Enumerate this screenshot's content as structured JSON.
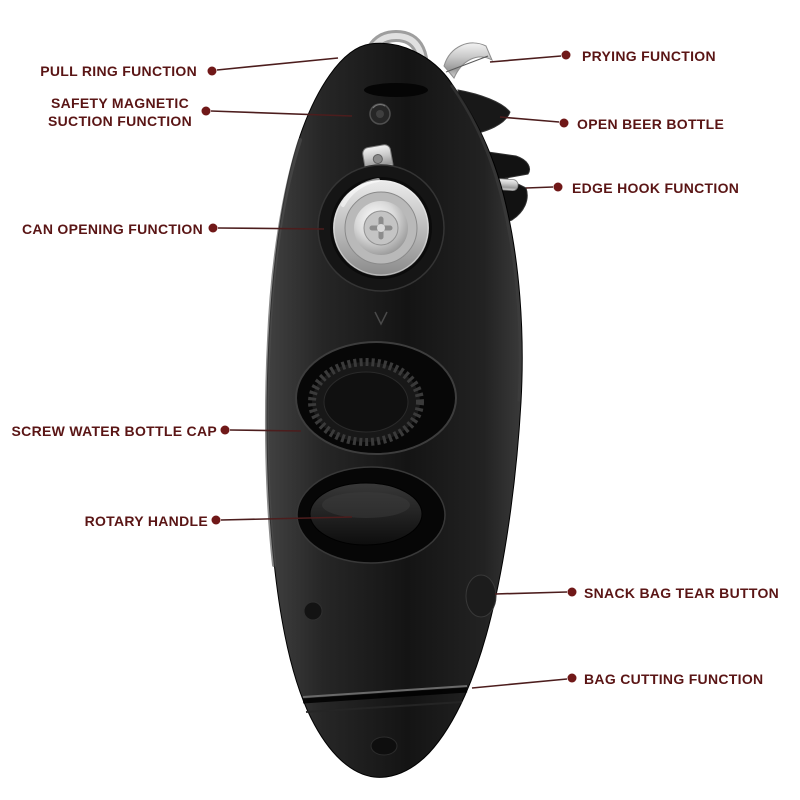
{
  "annotations": {
    "left": [
      {
        "id": "pull-ring",
        "text": "PULL RING FUNCTION"
      },
      {
        "id": "magnetic",
        "text": "SAFETY MAGNETIC\nSUCTION FUNCTION"
      },
      {
        "id": "can-opening",
        "text": "CAN OPENING FUNCTION"
      },
      {
        "id": "bottle-cap",
        "text": "SCREW WATER BOTTLE CAP"
      },
      {
        "id": "rotary",
        "text": "ROTARY HANDLE"
      }
    ],
    "right": [
      {
        "id": "prying",
        "text": "PRYING FUNCTION"
      },
      {
        "id": "beer",
        "text": "OPEN BEER BOTTLE"
      },
      {
        "id": "edge-hook",
        "text": "EDGE HOOK FUNCTION"
      },
      {
        "id": "snack-bag",
        "text": "SNACK BAG TEAR BUTTON"
      },
      {
        "id": "bag-cutting",
        "text": "BAG CUTTING FUNCTION"
      }
    ]
  },
  "colors": {
    "background": "#ffffff",
    "label_text": "#5a1515",
    "connector_line": "#4c1d1d",
    "connector_dot": "#701818",
    "device_body": "#1a1a1a",
    "metal": "#c9c9c9"
  }
}
